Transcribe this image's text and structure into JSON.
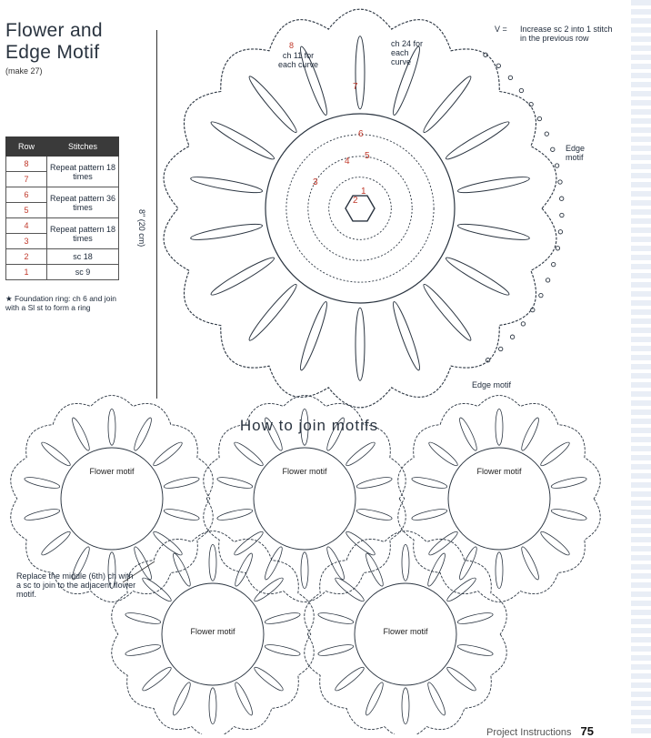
{
  "title_line1": "Flower and",
  "title_line2": "Edge Motif",
  "make": "(make 27)",
  "table": {
    "header_row": "Row",
    "header_stitches": "Stitches",
    "rows": [
      {
        "row": "8",
        "stitch": "Repeat pattern 18 times"
      },
      {
        "row": "7",
        "stitch": ""
      },
      {
        "row": "6",
        "stitch": "Repeat pattern 36 times"
      },
      {
        "row": "5",
        "stitch": ""
      },
      {
        "row": "4",
        "stitch": "Repeat pattern 18 times"
      },
      {
        "row": "3",
        "stitch": ""
      },
      {
        "row": "2",
        "stitch": "sc 18"
      },
      {
        "row": "1",
        "stitch": "sc 9"
      }
    ]
  },
  "foundation": "★ Foundation ring: ch 6 and join with a Sl st to form a ring",
  "dimension": "8\" (20 cm)",
  "legend": {
    "symbol": "V =",
    "text": "Increase sc 2 into 1 stitch in the previous row"
  },
  "annotations": {
    "ch11_num": "8",
    "ch11": "ch 11 for each curve",
    "ch24": "ch 24 for each curve",
    "row7": "7",
    "row6": "6",
    "row5": "5",
    "row4": "4",
    "row3": "3",
    "row2": "2",
    "row1": "1",
    "edge_motif_1": "Edge motif",
    "edge_motif_2": "Edge motif"
  },
  "join_title": "How to join motifs",
  "motif_label": "Flower motif",
  "replace_note": "Replace the middle (6th) ch with a sc to join to the adjacent flower motif.",
  "footer": {
    "section": "Project Instructions",
    "page": "75"
  },
  "colors": {
    "accent_red": "#c0392b",
    "ink": "#1e2a3a",
    "header_fill": "#3a3a3a"
  }
}
